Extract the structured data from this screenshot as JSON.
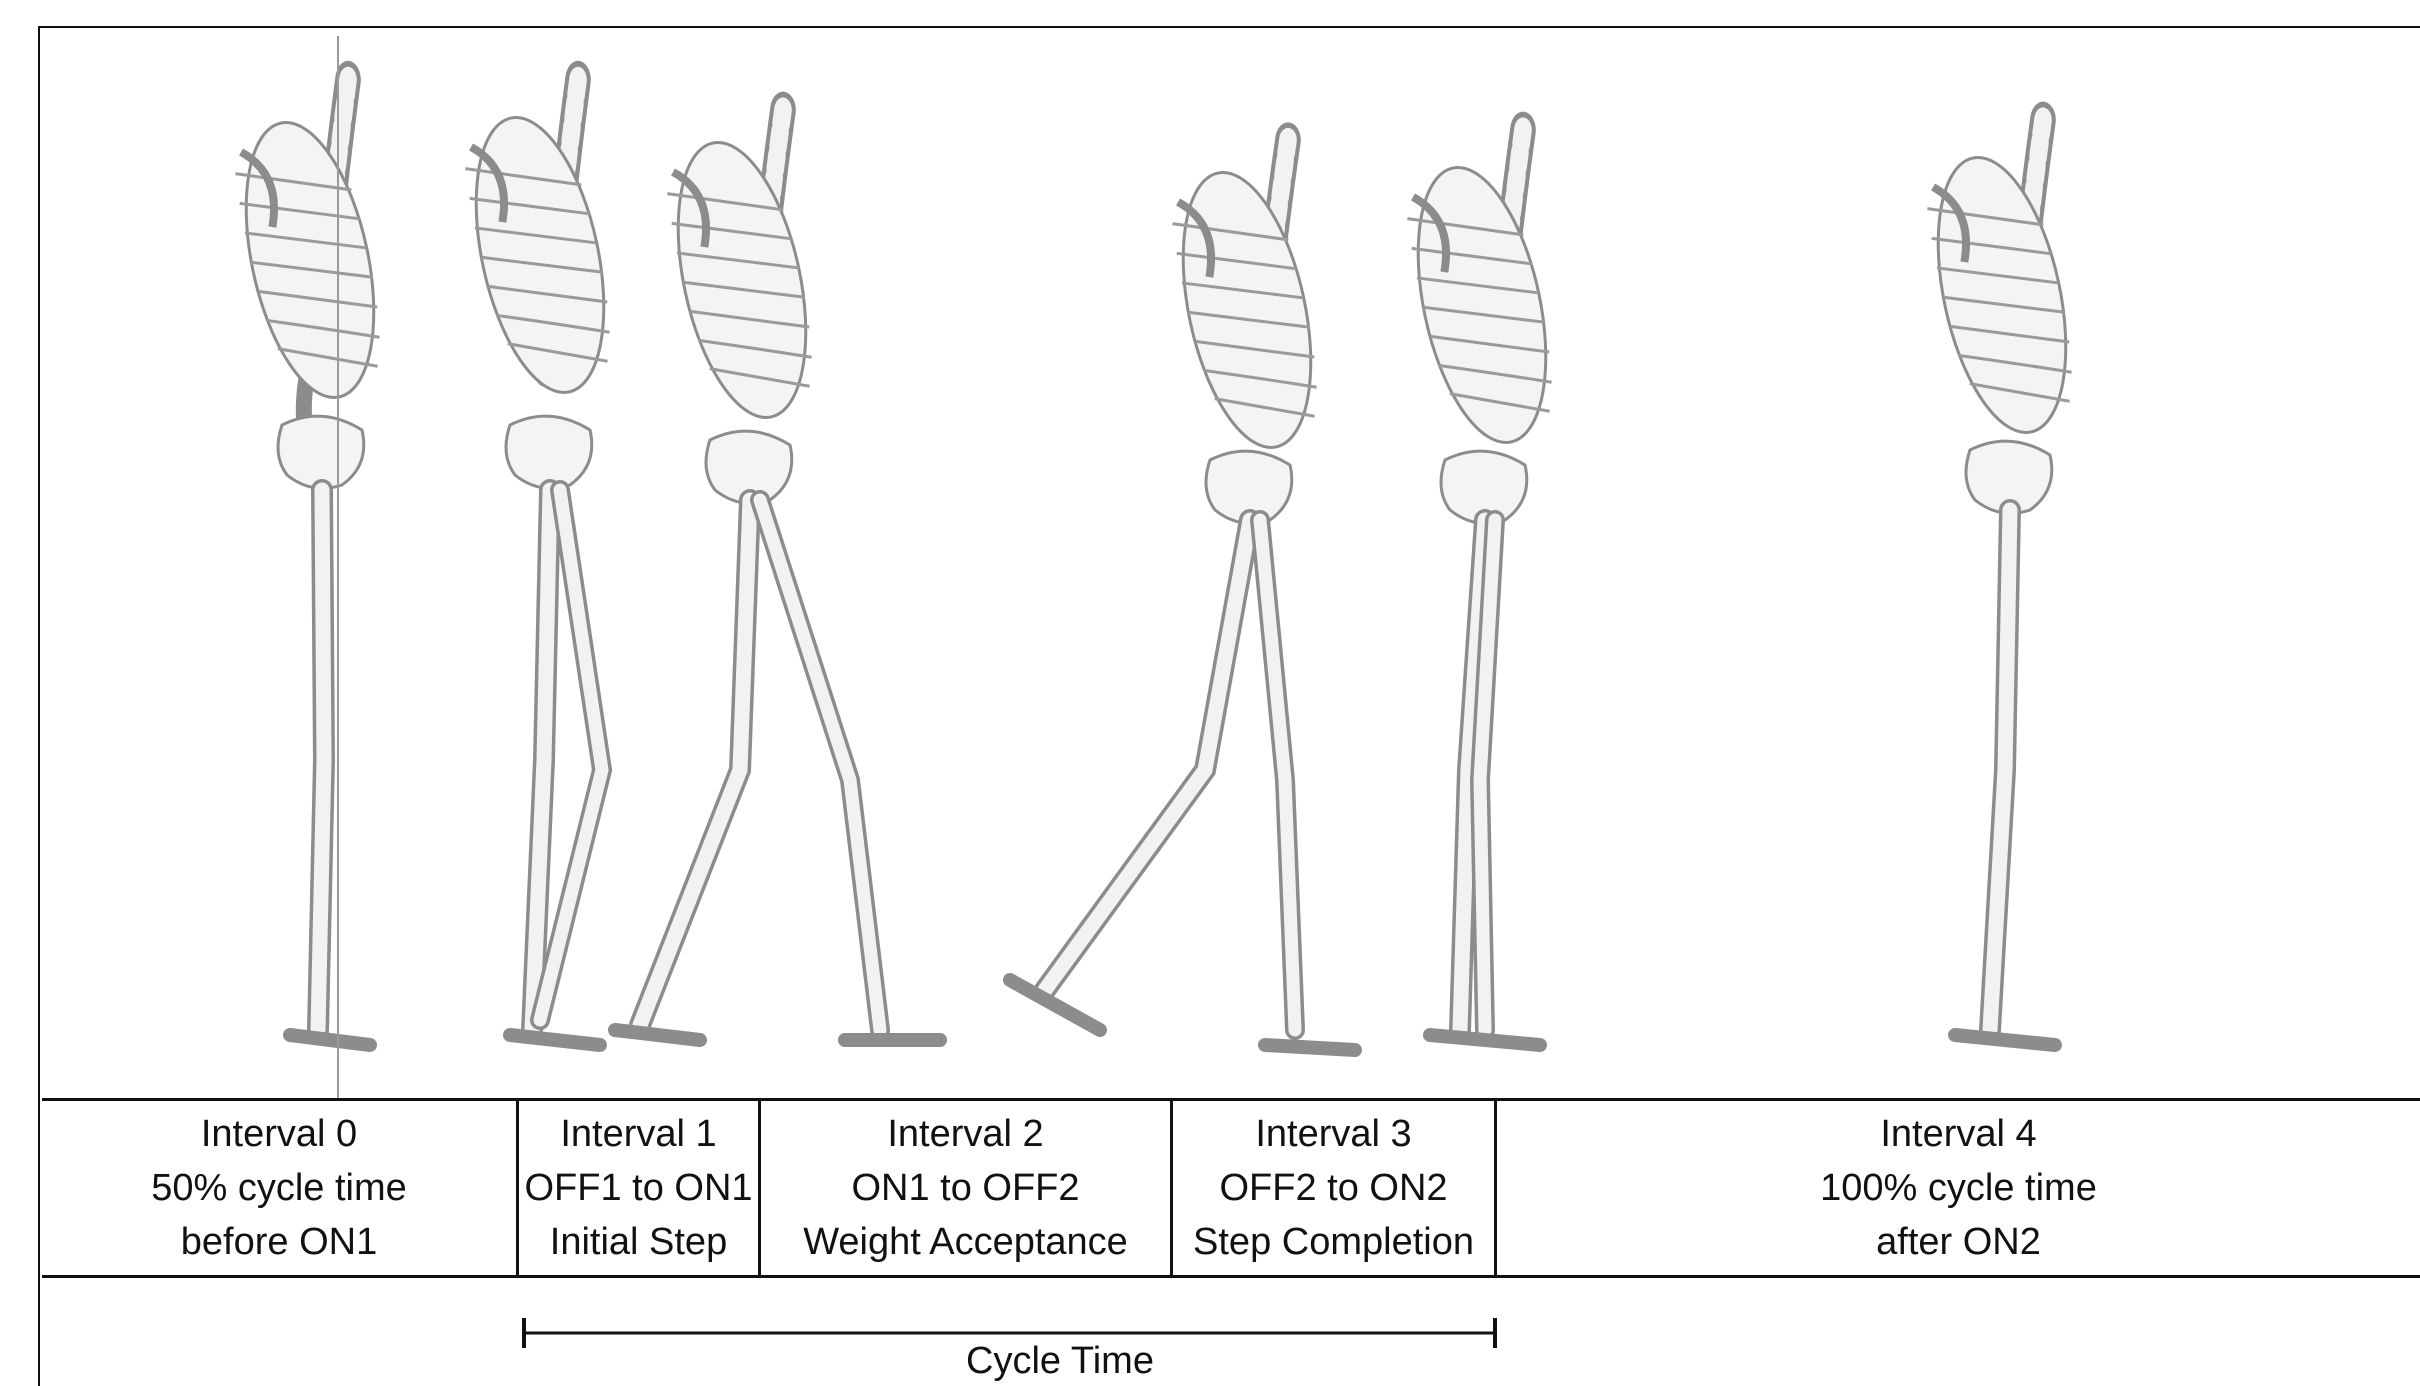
{
  "intervals": [
    {
      "title": "Interval 0",
      "line2": "50% cycle time",
      "line3": "before ON1"
    },
    {
      "title": "Interval 1",
      "line2": "OFF1 to ON1",
      "line3": "Initial Step"
    },
    {
      "title": "Interval 2",
      "line2": "ON1 to OFF2",
      "line3": "Weight Acceptance"
    },
    {
      "title": "Interval 3",
      "line2": "OFF2 to ON2",
      "line3": "Step Completion"
    },
    {
      "title": "Interval 4",
      "line2": "100% cycle time",
      "line3": "after ON2"
    }
  ],
  "cycle_time_label": "Cycle Time",
  "skeleton_poses": [
    "standing",
    "initial-step",
    "weight-acceptance",
    "push-off",
    "step-completion",
    "standing"
  ],
  "colors": {
    "line": "#111111",
    "bone": "#f2f2f2",
    "bone_outline": "#8c8c8c",
    "guide": "#9a9a9a"
  }
}
